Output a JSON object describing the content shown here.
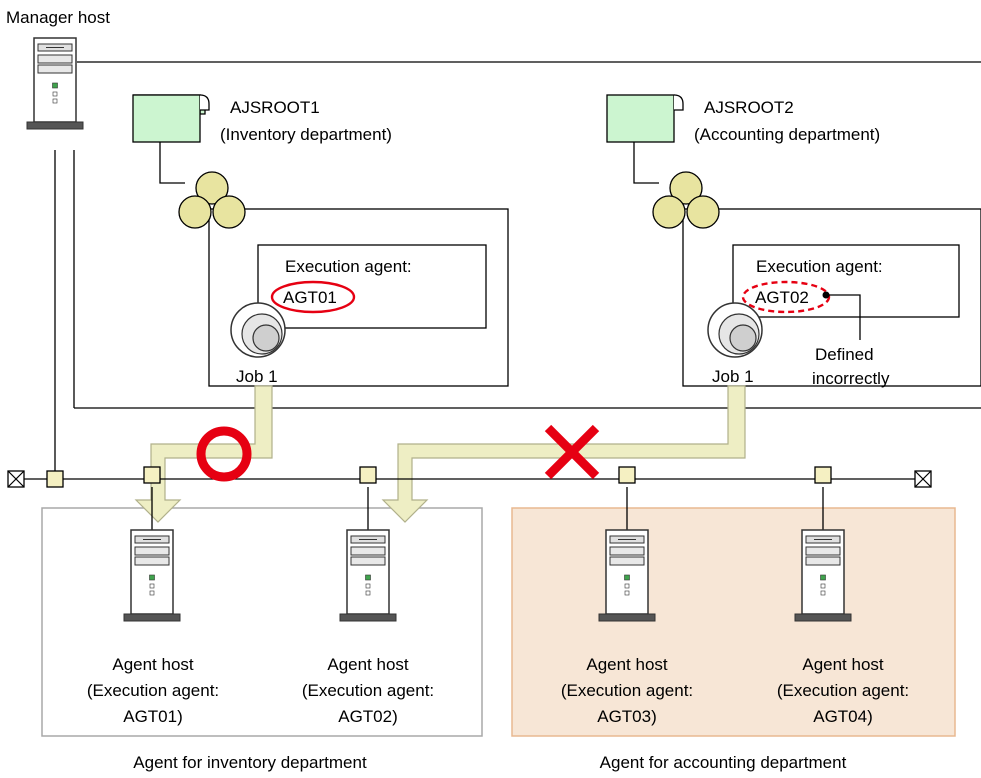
{
  "manager": {
    "label": "Manager host"
  },
  "roots": [
    {
      "name": "AJSROOT1",
      "dept": "(Inventory department)",
      "exec_label": "Execution agent:",
      "agent": "AGT01",
      "job": "Job 1"
    },
    {
      "name": "AJSROOT2",
      "dept": "(Accounting department)",
      "exec_label": "Execution agent:",
      "agent": "AGT02",
      "job": "Job 1",
      "error_note": [
        "Defined",
        "incorrectly"
      ]
    }
  ],
  "agents": [
    {
      "line1": "Agent host",
      "line2": "(Execution agent:",
      "line3": "AGT01)"
    },
    {
      "line1": "Agent host",
      "line2": "(Execution agent:",
      "line3": "AGT02)"
    },
    {
      "line1": "Agent host",
      "line2": "(Execution agent:",
      "line3": "AGT03)"
    },
    {
      "line1": "Agent host",
      "line2": "(Execution agent:",
      "line3": "AGT04)"
    }
  ],
  "groups": [
    {
      "label": "Agent for inventory department"
    },
    {
      "label": "Agent for accounting department"
    }
  ],
  "colors": {
    "root_fill": "#ccf5d0",
    "job_group_fill": "#e8e4a0",
    "flow_arrow": "#eeeec4",
    "accounting_bg": "#f7e6d6",
    "accounting_border": "#e8b890",
    "inventory_border": "#a8a8a8",
    "mark_red": "#e60012",
    "network_node": "#f5f0c2"
  },
  "marks": {
    "ok": "circle",
    "ng": "cross"
  }
}
